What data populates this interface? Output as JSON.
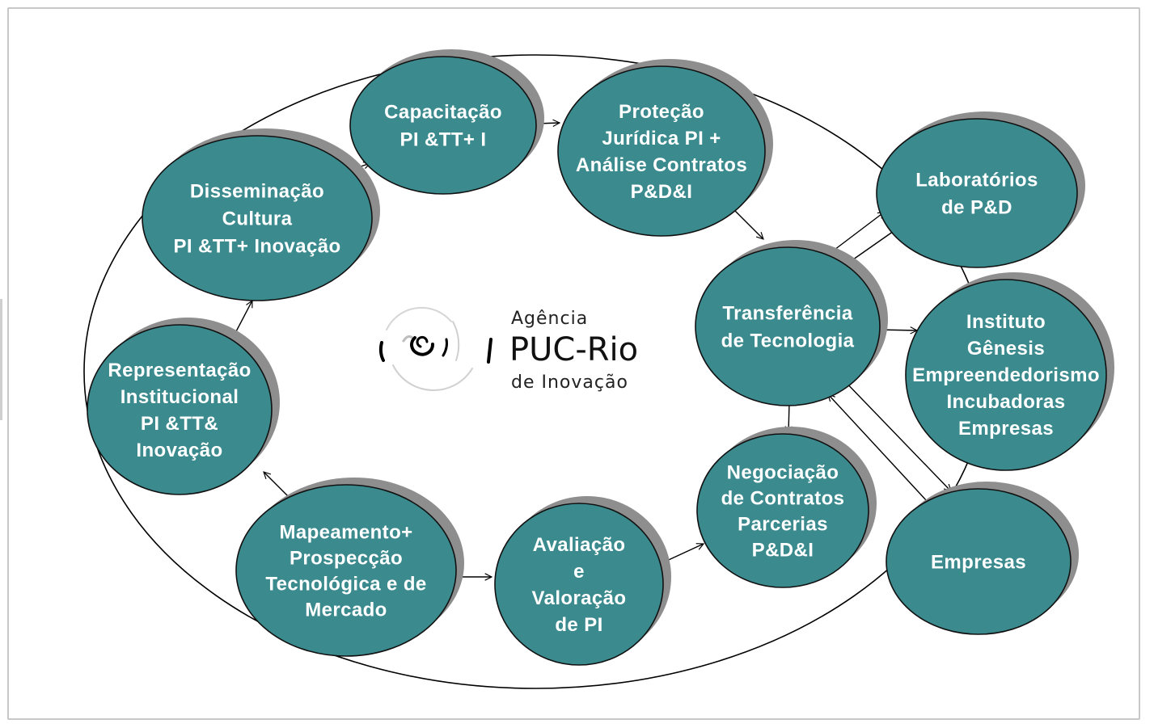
{
  "colors": {
    "node_fill": "#3a8a8e",
    "node_shadow": "#8e8e8e",
    "node_stroke": "#111111",
    "text": "#ffffff",
    "frame": "#c8c8c8"
  },
  "logo": {
    "line1": "Agência",
    "line2": "PUC-Rio",
    "line3": "de Inovação",
    "icon": "spiral-icon"
  },
  "nodes": [
    {
      "id": "capacitacao",
      "lines": [
        "Capacitação",
        "PI &TT+ I"
      ]
    },
    {
      "id": "protecao",
      "lines": [
        "Proteção",
        "Jurídica PI +",
        "Análise Contratos",
        "P&D&I"
      ]
    },
    {
      "id": "disseminacao",
      "lines": [
        "Disseminação",
        "Cultura",
        "PI &TT+ Inovação"
      ]
    },
    {
      "id": "laboratorios",
      "lines": [
        "Laboratórios",
        "de P&D"
      ]
    },
    {
      "id": "transferencia",
      "lines": [
        "Transferência",
        "de Tecnologia"
      ]
    },
    {
      "id": "instituto",
      "lines": [
        "Instituto",
        "Gênesis",
        "Empreendedorismo",
        "Incubadoras",
        "Empresas"
      ]
    },
    {
      "id": "representacao",
      "lines": [
        "Representação",
        "Institucional",
        "PI &TT&",
        "Inovação"
      ]
    },
    {
      "id": "mapeamento",
      "lines": [
        "Mapeamento+",
        "Prospecção",
        "Tecnológica e de",
        "Mercado"
      ]
    },
    {
      "id": "avaliacao",
      "lines": [
        "Avaliação",
        "e",
        "Valoração",
        "de PI"
      ]
    },
    {
      "id": "negociacao",
      "lines": [
        "Negociação",
        "de Contratos",
        "Parcerias",
        "P&D&I"
      ]
    },
    {
      "id": "empresas",
      "lines": [
        "Empresas"
      ]
    }
  ]
}
